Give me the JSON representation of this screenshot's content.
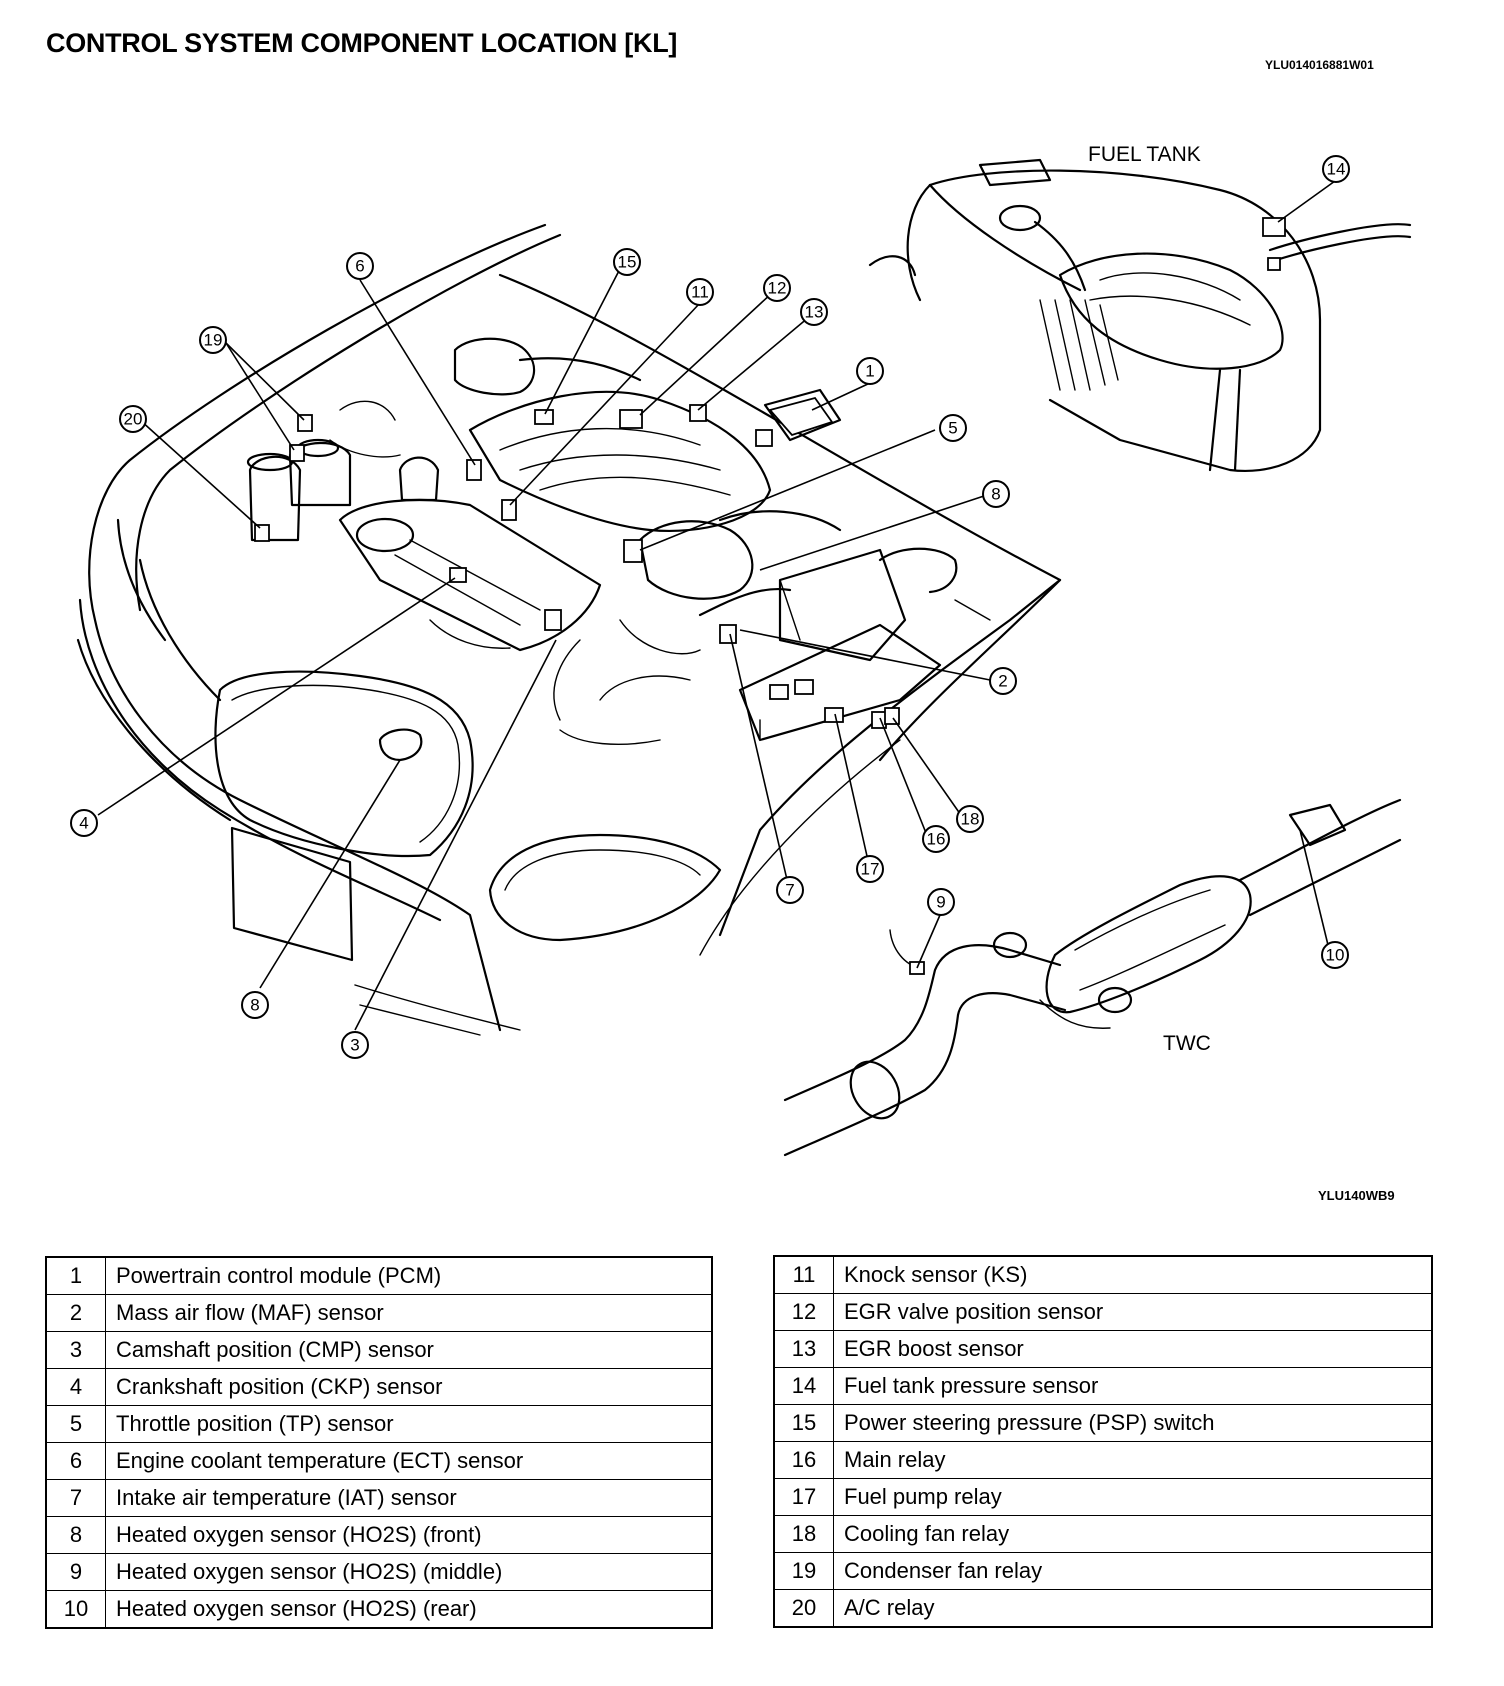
{
  "title": "CONTROL SYSTEM COMPONENT LOCATION [KL]",
  "doc_code": "YLU014016881W01",
  "figure_code": "YLU140WB9",
  "labels": {
    "fuel_tank": "FUEL TANK",
    "twc": "TWC"
  },
  "callouts": [
    "1",
    "2",
    "3",
    "4",
    "5",
    "6",
    "7",
    "8",
    "9",
    "10",
    "11",
    "12",
    "13",
    "14",
    "15",
    "16",
    "17",
    "18",
    "19",
    "20"
  ],
  "components_left": [
    {
      "num": "1",
      "name": "Powertrain control module (PCM)"
    },
    {
      "num": "2",
      "name": "Mass air flow (MAF) sensor"
    },
    {
      "num": "3",
      "name": "Camshaft position (CMP) sensor"
    },
    {
      "num": "4",
      "name": "Crankshaft position (CKP) sensor"
    },
    {
      "num": "5",
      "name": "Throttle position (TP) sensor"
    },
    {
      "num": "6",
      "name": "Engine coolant temperature (ECT) sensor"
    },
    {
      "num": "7",
      "name": "Intake air temperature (IAT) sensor"
    },
    {
      "num": "8",
      "name": "Heated oxygen sensor (HO2S) (front)"
    },
    {
      "num": "9",
      "name": "Heated oxygen sensor (HO2S) (middle)"
    },
    {
      "num": "10",
      "name": "Heated oxygen sensor (HO2S) (rear)"
    }
  ],
  "components_right": [
    {
      "num": "11",
      "name": "Knock sensor (KS)"
    },
    {
      "num": "12",
      "name": "EGR valve position sensor"
    },
    {
      "num": "13",
      "name": "EGR boost sensor"
    },
    {
      "num": "14",
      "name": "Fuel tank pressure sensor"
    },
    {
      "num": "15",
      "name": "Power steering pressure (PSP) switch"
    },
    {
      "num": "16",
      "name": "Main relay"
    },
    {
      "num": "17",
      "name": "Fuel pump relay"
    },
    {
      "num": "18",
      "name": "Cooling fan relay"
    },
    {
      "num": "19",
      "name": "Condenser fan relay"
    },
    {
      "num": "20",
      "name": "A/C relay"
    }
  ]
}
